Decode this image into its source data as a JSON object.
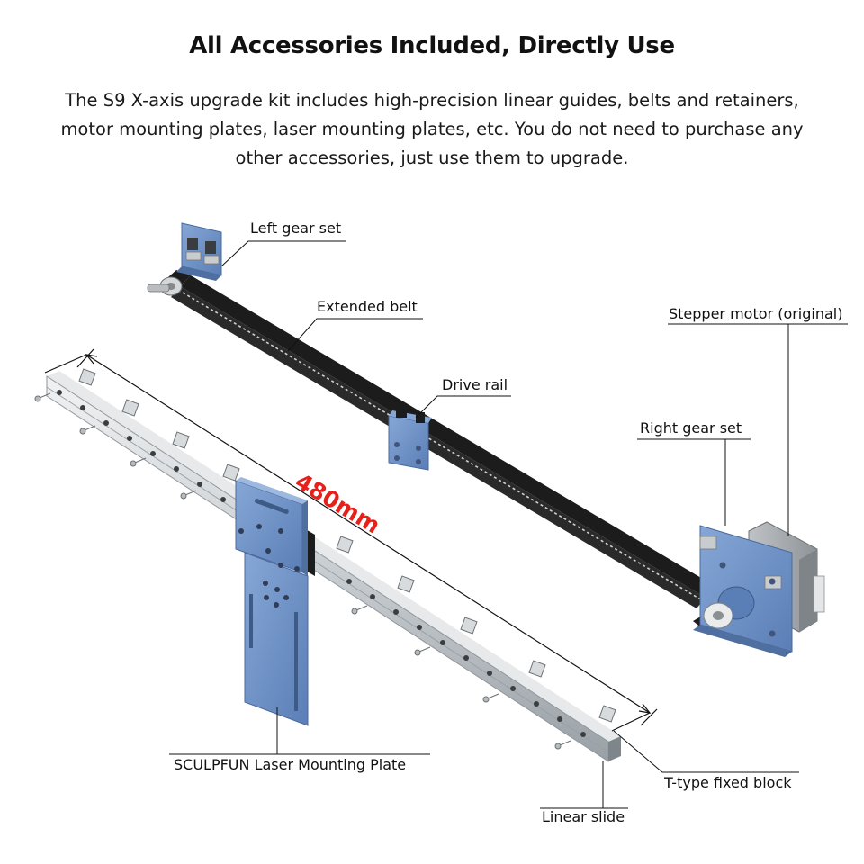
{
  "heading": {
    "title": "All Accessories Included, Directly Use",
    "description": "The S9 X-axis  upgrade kit includes high-precision linear guides, belts and retainers, motor mounting plates, laser mounting plates, etc. You do not need to purchase any other accessories, just use them to upgrade."
  },
  "labels": {
    "left_gear_set": "Left gear set",
    "extended_belt": "Extended belt",
    "stepper_motor": "Stepper motor (original)",
    "drive_rail": "Drive rail",
    "right_gear_set": "Right gear set",
    "laser_mounting_plate": "SCULPFUN Laser Mounting Plate",
    "t_type_fixed_block": "T-type fixed block",
    "linear_slide": "Linear slide"
  },
  "dimension": {
    "length_label": "480mm"
  },
  "colors": {
    "part_blue": "#6b8fc4",
    "belt_black": "#1c1c1c",
    "rail_silver": "#cfd3d6",
    "dimension_red": "#e8201a"
  }
}
